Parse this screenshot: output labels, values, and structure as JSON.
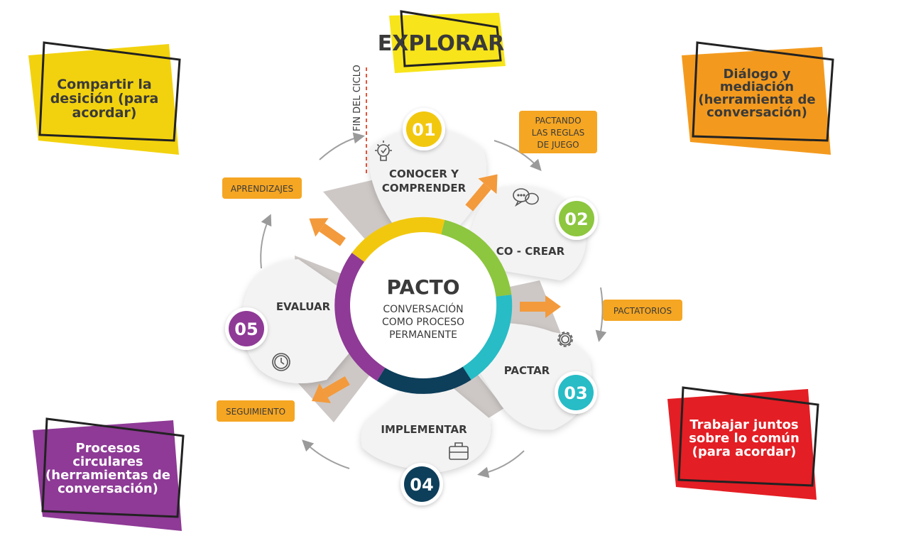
{
  "title": "EXPLORAR",
  "side_label": "FIN DEL CICLO",
  "center": {
    "title": "PACTO",
    "lines": [
      "CONVERSACIÓN",
      "COMO PROCESO",
      "PERMANENTE"
    ]
  },
  "steps": [
    {
      "number": "01",
      "lines": [
        "CONOCER Y",
        "COMPRENDER"
      ],
      "color": "#f2c80f",
      "icon": "lightbulb-icon"
    },
    {
      "number": "02",
      "lines": [
        "CO - CREAR"
      ],
      "color": "#8dc63f",
      "icon": "chat-bubbles-icon"
    },
    {
      "number": "03",
      "lines": [
        "PACTAR"
      ],
      "color": "#27bcc6",
      "icon": "gear-icon"
    },
    {
      "number": "04",
      "lines": [
        "IMPLEMENTAR"
      ],
      "color": "#0d3e5a",
      "icon": "briefcase-icon"
    },
    {
      "number": "05",
      "lines": [
        "EVALUAR"
      ],
      "color": "#8e3a96",
      "icon": "clock-icon"
    }
  ],
  "tags": {
    "pactando": [
      "PACTANDO",
      "LAS REGLAS",
      "DE JUEGO"
    ],
    "pactatorios": "PACTATORIOS",
    "seguimiento": "SEGUIMIENTO",
    "aprendizajes": "APRENDIZAJES"
  },
  "corners": {
    "top_left": {
      "lines": [
        "Compartir la",
        "desición (para",
        "acordar)"
      ],
      "color": "#f2d20e",
      "text_color": "#3a3a3a"
    },
    "top_right": {
      "lines": [
        "Diálogo y",
        "mediación",
        "(herramienta de",
        "conversación)"
      ],
      "color": "#f39a1e",
      "text_color": "#3a3a3a"
    },
    "bottom_left": {
      "lines": [
        "Procesos",
        "circulares",
        "(herramientas de",
        "conversación)"
      ],
      "color": "#8e3a96",
      "text_color": "#ffffff"
    },
    "bottom_right": {
      "lines": [
        "Trabajar juntos",
        "sobre lo común",
        "(para acordar)"
      ],
      "color": "#e31e24",
      "text_color": "#ffffff"
    }
  },
  "colors": {
    "tag_orange": "#f5a623",
    "arrow_orange": "#f39a3c",
    "text_dark": "#3a3a3a"
  }
}
